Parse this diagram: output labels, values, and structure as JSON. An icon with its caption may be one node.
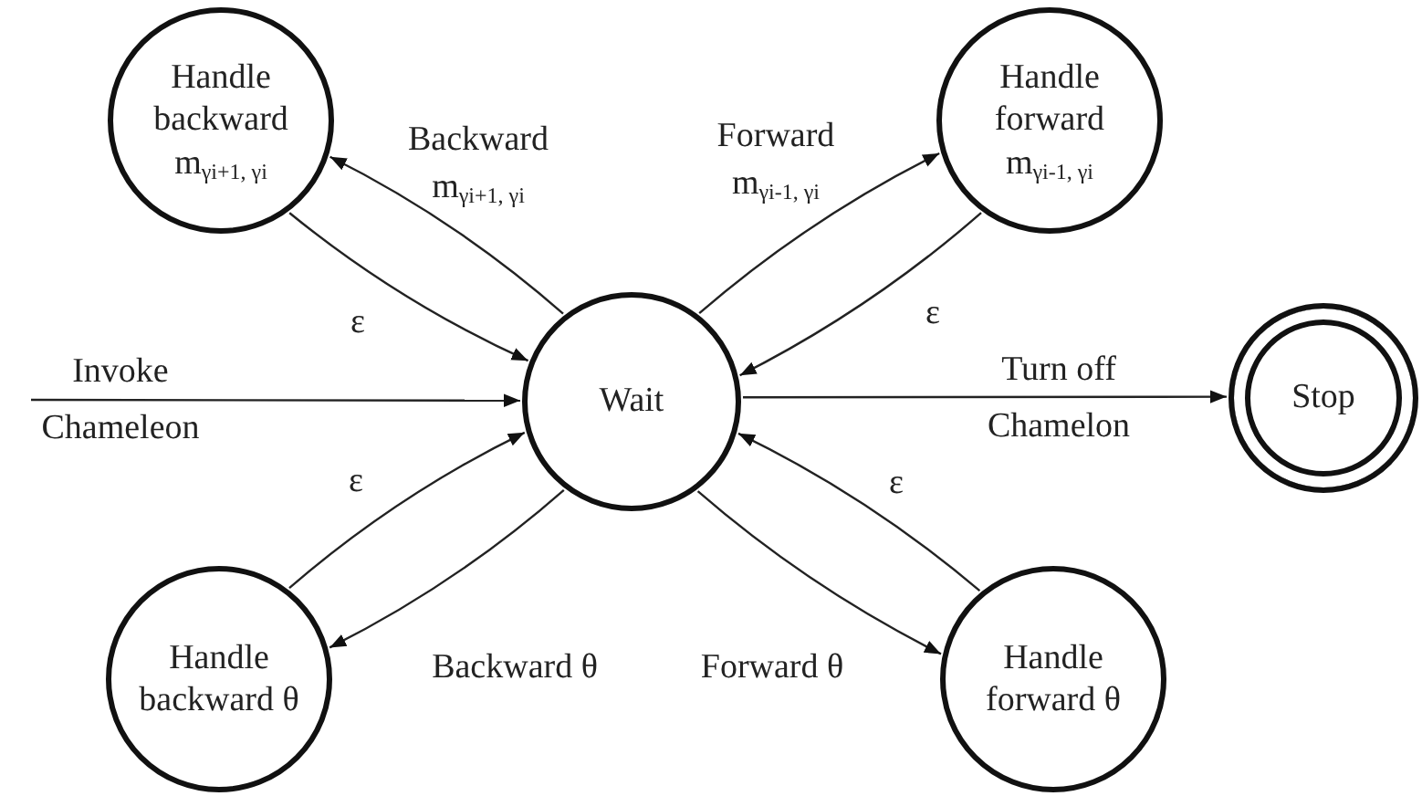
{
  "diagram": {
    "nodes": [
      {
        "text": [
          "Handle backward m$_{γi+1, γi}$"
        ]
      },
      {
        "text": [
          "Handle forward m$_{γi-1, γi}$"
        ]
      },
      {
        "text": [
          "Wait"
        ]
      },
      {
        "text": [
          "Stop"
        ]
      },
      {
        "text": [
          "Handle backward θ"
        ]
      },
      {
        "text": [
          "Handle forward θ"
        ]
      }
    ],
    "edges": [
      {
        "from": 2,
        "to": 0,
        "arrow": "to",
        "label": "Backward m$_{γi+1, γi}$"
      },
      {
        "from": 0,
        "to": 2,
        "arrow": "to",
        "label": "ε"
      },
      {
        "from": 2,
        "to": 1,
        "arrow": "to",
        "label": "Forward m$_{γi-1, γi}$"
      },
      {
        "from": 1,
        "to": 2,
        "arrow": "to",
        "label": "ε"
      },
      {
        "from": null,
        "to": 2,
        "arrow": "to",
        "label": "Invoke Chameleon"
      },
      {
        "from": 2,
        "to": 3,
        "arrow": "to",
        "label": "Turn off Chamelon"
      },
      {
        "from": 4,
        "to": 2,
        "arrow": "to",
        "label": "ε"
      },
      {
        "from": 2,
        "to": 4,
        "arrow": "to",
        "label": "Backward θ"
      },
      {
        "from": 2,
        "to": 5,
        "arrow": "to",
        "label": "Forward θ"
      },
      {
        "from": 5,
        "to": 2,
        "arrow": "to",
        "label": "ε"
      }
    ]
  }
}
